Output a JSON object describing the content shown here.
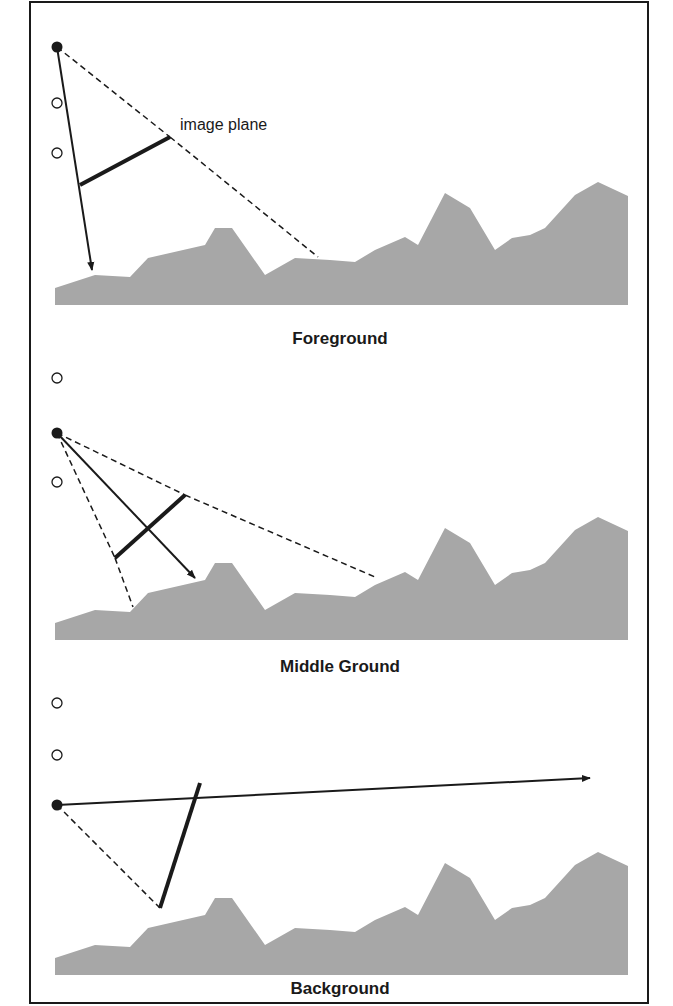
{
  "diagram": {
    "labels": [
      "image plane",
      "Foreground",
      "Middle Ground",
      "Background"
    ]
  }
}
